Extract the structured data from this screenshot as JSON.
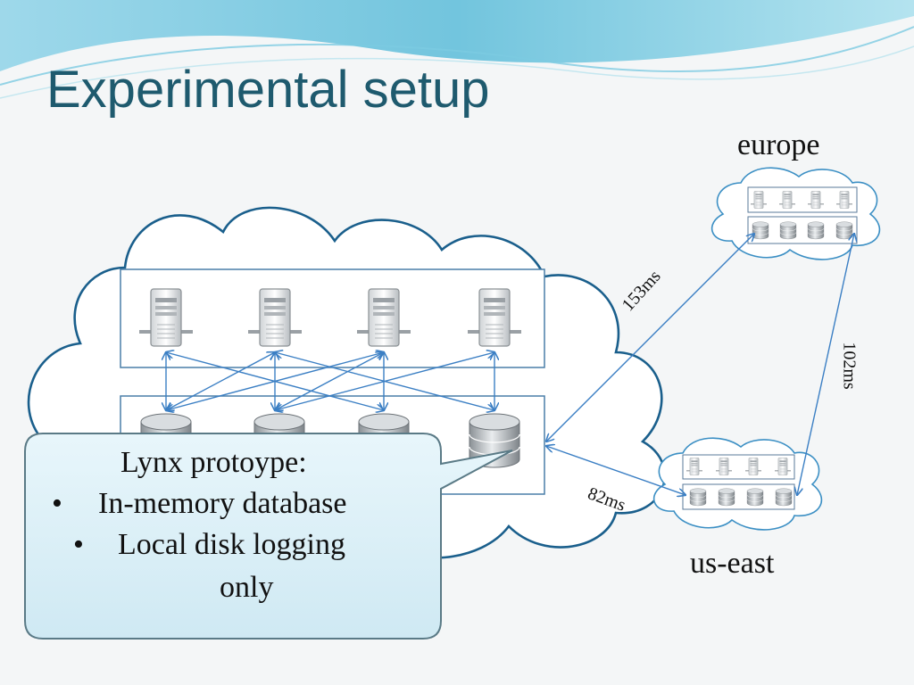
{
  "slide": {
    "title": "Experimental setup"
  },
  "regions": {
    "europe": "europe",
    "us_east": "us-east"
  },
  "latencies": {
    "main_to_europe": "153ms",
    "europe_to_us_east": "102ms",
    "main_to_us_east": "82ms"
  },
  "callout": {
    "title": "Lynx protoype:",
    "bullets": [
      {
        "marker": "•",
        "text": "In-memory database"
      },
      {
        "marker": "•",
        "text": "Local disk logging"
      }
    ],
    "continuation": "only"
  },
  "icons": {
    "server": "server-icon",
    "database": "database-icon"
  },
  "colors": {
    "title": "#1e5a6e",
    "cloud_stroke": "#1a5f8c",
    "arrow": "#3b7fc4",
    "callout_fill": "#d8eef6",
    "callout_stroke": "#5a7a86"
  }
}
